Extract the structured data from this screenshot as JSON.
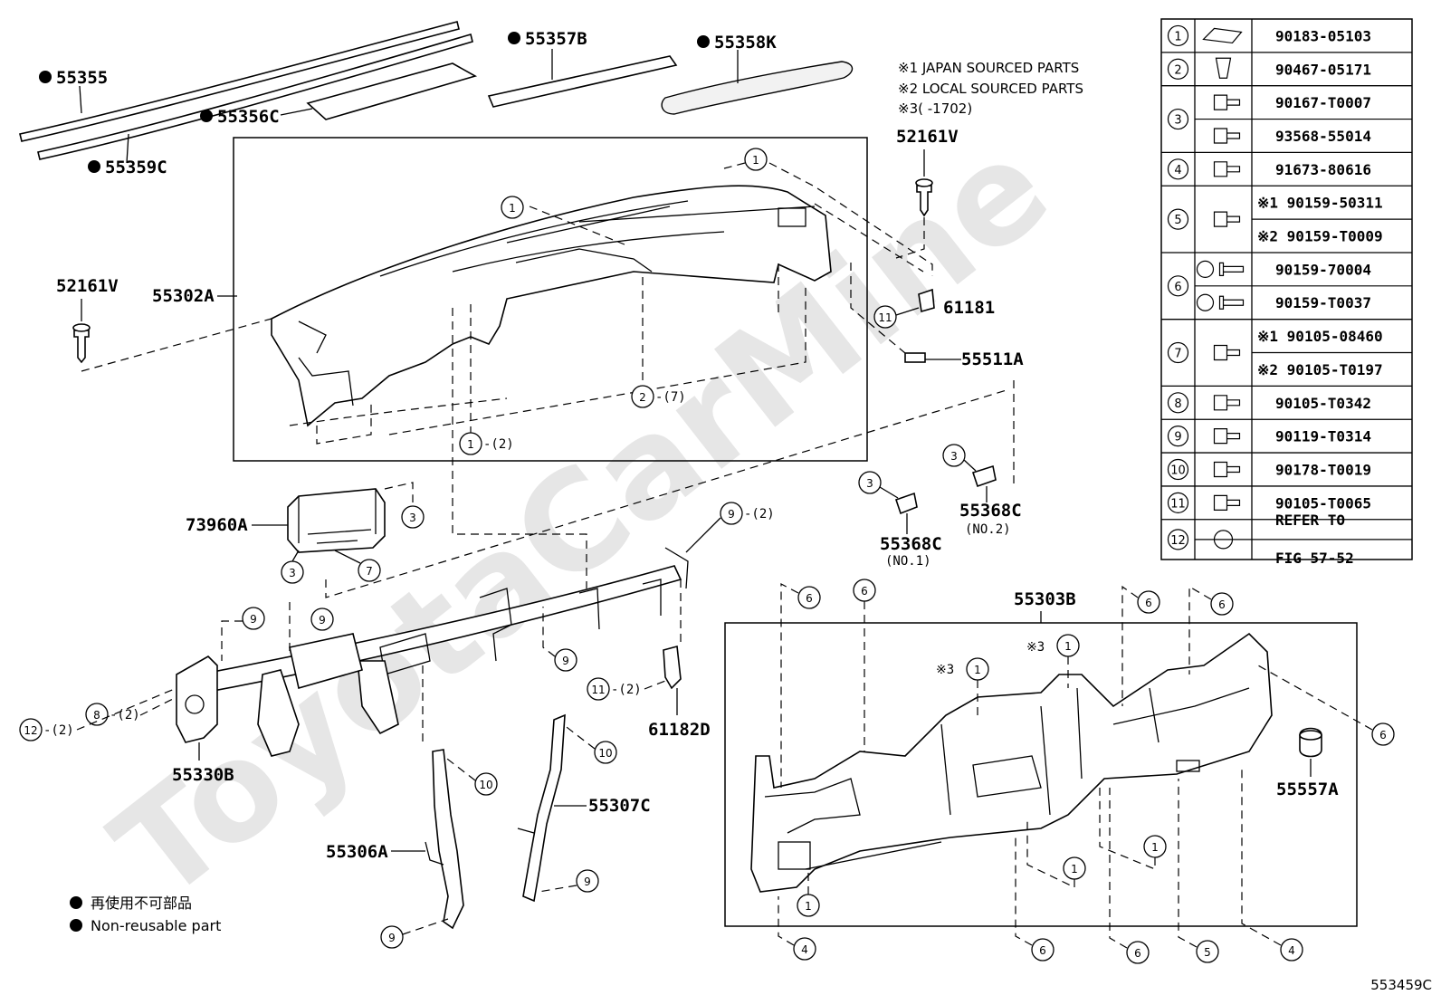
{
  "diagram": {
    "watermark": "ToyotaCarMine",
    "figure_number": "553459C",
    "notes": [
      "※1  JAPAN SOURCED PARTS",
      "※2  LOCAL SOURCED PARTS",
      "※3(       -1702)"
    ],
    "legend": {
      "jp": "再使用不可部品",
      "en": "Non-reusable part"
    },
    "callouts": {
      "c1": "1",
      "c2": "2",
      "c3": "3",
      "c4": "4",
      "c5": "5",
      "c6": "6",
      "c7": "7",
      "c8": "8",
      "c9": "9",
      "c10": "10",
      "c11": "11",
      "c12": "12"
    },
    "qty": {
      "q2": "-(2)",
      "q7": "-(7)",
      "x3": "※3"
    },
    "labels": {
      "p55355": "55355",
      "p55359c": "55359C",
      "p55357b": "55357B",
      "p55358k": "55358K",
      "p55356c": "55356C",
      "p52161v_a": "52161V",
      "p52161v_b": "52161V",
      "p55302a": "55302A",
      "p61181": "61181",
      "p55511a": "55511A",
      "p55368c_1": "55368C",
      "p55368c_1_sub": "(NO.1)",
      "p55368c_2": "55368C",
      "p55368c_2_sub": "(NO.2)",
      "p73960a": "73960A",
      "p55330b": "55330B",
      "p61182d": "61182D",
      "p55306a": "55306A",
      "p55307c": "55307C",
      "p55303b": "55303B",
      "p55557a": "55557A"
    },
    "fastener_table": [
      {
        "ref": "1",
        "parts": [
          "90183-05103"
        ]
      },
      {
        "ref": "2",
        "parts": [
          "90467-05171"
        ]
      },
      {
        "ref": "3",
        "parts": [
          "90167-T0007",
          "93568-55014"
        ]
      },
      {
        "ref": "4",
        "parts": [
          "91673-80616"
        ]
      },
      {
        "ref": "5",
        "parts": [
          "※1 90159-50311",
          "※2 90159-T0009"
        ]
      },
      {
        "ref": "6",
        "parts": [
          "90159-70004",
          "90159-T0037"
        ]
      },
      {
        "ref": "7",
        "parts": [
          "※1 90105-08460",
          "※2 90105-T0197"
        ]
      },
      {
        "ref": "8",
        "parts": [
          "90105-T0342"
        ]
      },
      {
        "ref": "9",
        "parts": [
          "90119-T0314"
        ]
      },
      {
        "ref": "10",
        "parts": [
          "90178-T0019"
        ]
      },
      {
        "ref": "11",
        "parts": [
          "90105-T0065"
        ]
      },
      {
        "ref": "12",
        "parts": [
          "REFER TO",
          "FIG 57-52"
        ]
      }
    ]
  }
}
